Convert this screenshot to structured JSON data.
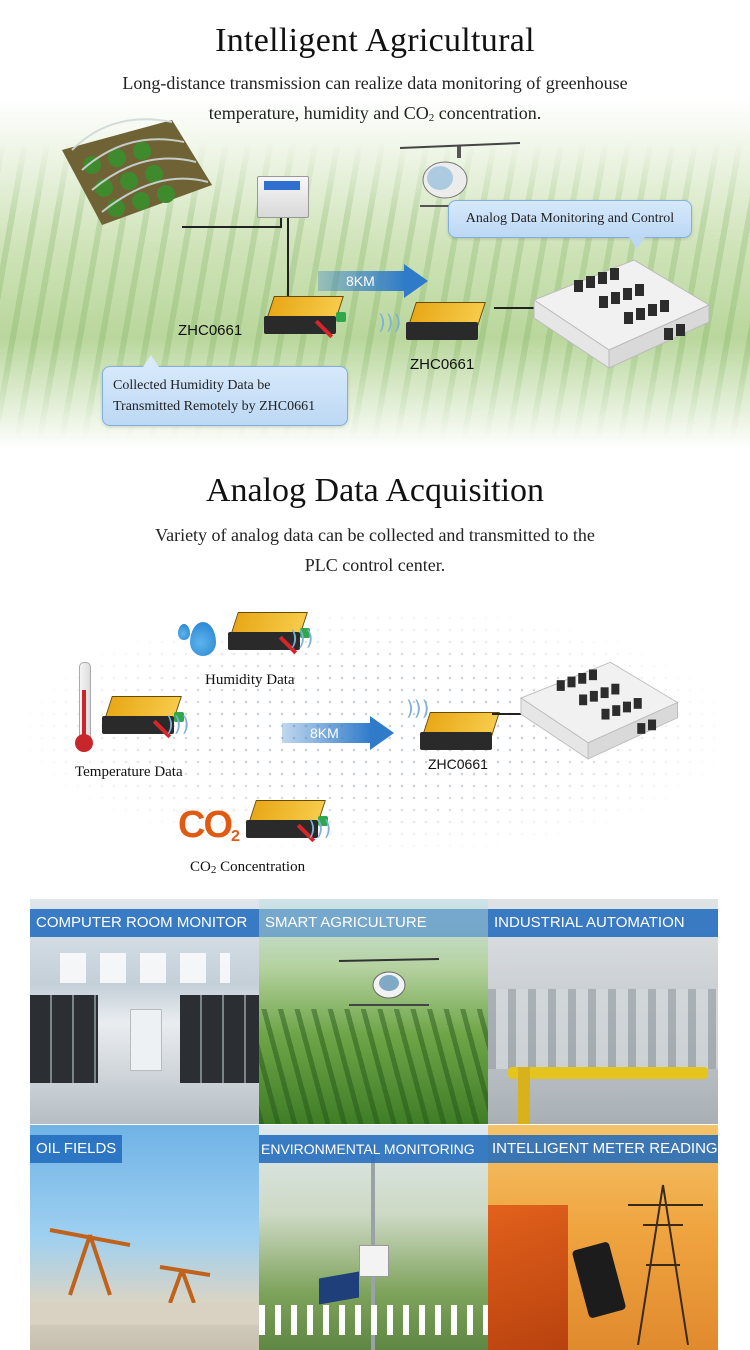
{
  "section1": {
    "title": "Intelligent Agricultural",
    "subtitle_line1": "Long-distance transmission can realize data monitoring of greenhouse",
    "subtitle_line2_pre": "temperature, humidity and CO",
    "subtitle_line2_sub": "2",
    "subtitle_line2_post": " concentration.",
    "callout_top": "Analog Data Monitoring and Control",
    "arrow_label": "8KM",
    "device_left_label": "ZHC0661",
    "device_right_label": "ZHC0661",
    "callout_bottom_line1": "Collected Humidity Data be",
    "callout_bottom_line2": "Transmitted Remotely by ZHC0661"
  },
  "section2": {
    "title": "Analog Data Acquisition",
    "subtitle_line1": "Variety of analog data can be collected and transmitted to the",
    "subtitle_line2": "PLC control center.",
    "humidity_label": "Humidity Data",
    "temperature_label": "Temperature Data",
    "co2_icon_text": "CO",
    "co2_icon_sub": "2",
    "co2_label_pre": "CO",
    "co2_label_sub": "2",
    "co2_label_post": " Concentration",
    "arrow_label": "8KM",
    "receiver_label": "ZHC0661"
  },
  "applications": [
    {
      "label": "COMPUTER ROOM MONITOR"
    },
    {
      "label": "SMART AGRICULTURE"
    },
    {
      "label": "INDUSTRIAL AUTOMATION"
    },
    {
      "label": "OIL FIELDS"
    },
    {
      "label": "ENVIRONMENTAL MONITORING"
    },
    {
      "label": "INTELLIGENT METER READING"
    }
  ],
  "colors": {
    "accent_blue": "#2f7bc9",
    "device_orange": "#f0b428",
    "caption_blue": "#226cbe",
    "co2_orange": "#e05a12"
  }
}
